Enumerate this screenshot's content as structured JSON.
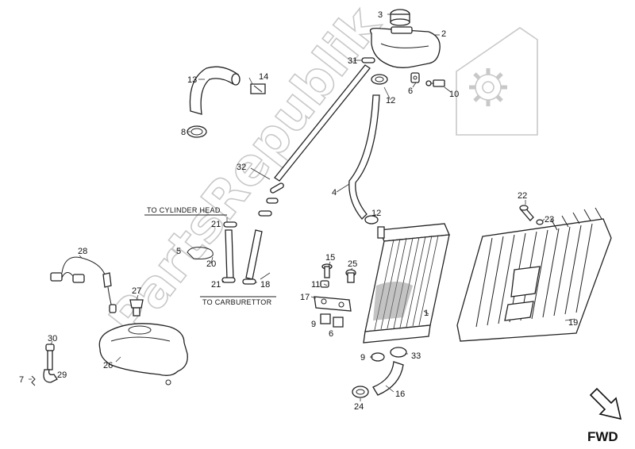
{
  "watermark": {
    "text": "PartsRepublik",
    "icon": "gear-icon"
  },
  "notes": {
    "cylinder_head": "TO CYLINDER HEAD",
    "carburettor": "TO CARBURETTOR"
  },
  "fwd": {
    "label": "FWD",
    "icon": "arrow-down-right-icon"
  },
  "callouts": {
    "c1": "1",
    "c2": "2",
    "c3": "3",
    "c4": "4",
    "c5": "5",
    "c6a": "6",
    "c6b": "6",
    "c7": "7",
    "c8": "8",
    "c9a": "9",
    "c9b": "9",
    "c10": "10",
    "c11": "11",
    "c12a": "12",
    "c12b": "12",
    "c13": "13",
    "c14": "14",
    "c15": "15",
    "c16": "16",
    "c17": "17",
    "c18": "18",
    "c19": "19",
    "c20": "20",
    "c21a": "21",
    "c21b": "21",
    "c22": "22",
    "c23": "23",
    "c24": "24",
    "c25": "25",
    "c26": "26",
    "c27": "27",
    "c28": "28",
    "c29": "29",
    "c30": "30",
    "c31": "31",
    "c32": "32",
    "c33": "33"
  }
}
